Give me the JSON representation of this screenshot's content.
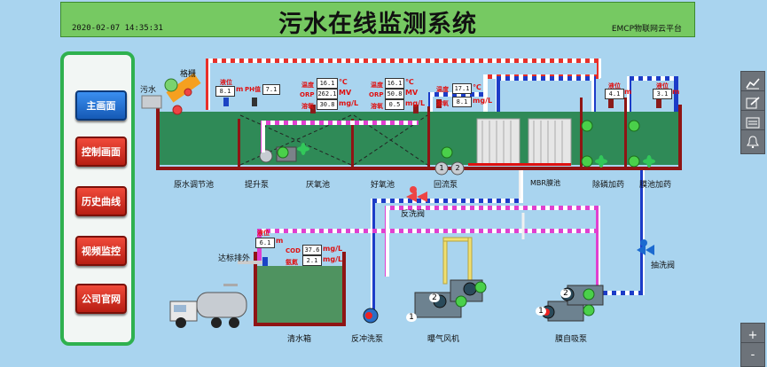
{
  "header": {
    "title": "污水在线监测系统",
    "datetime": "2020-02-07 14:35:31",
    "platform": "EMCP物联网云平台"
  },
  "nav": [
    {
      "label": "主画面",
      "active": true
    },
    {
      "label": "控制画面",
      "active": false
    },
    {
      "label": "历史曲线",
      "active": false
    },
    {
      "label": "视频监控",
      "active": false
    },
    {
      "label": "公司官网",
      "active": false
    }
  ],
  "toolbar": {
    "icons": [
      "line-chart-icon",
      "edit-icon",
      "list-icon",
      "bell-icon"
    ],
    "zoom_in": "+",
    "zoom_out": "-"
  },
  "inlet": {
    "label": "污水",
    "screen_label": "格栅"
  },
  "tank1": {
    "level_label": "液位",
    "level_value": "8.1",
    "level_unit": "m",
    "ph_label": "PH值",
    "ph_value": "7.1"
  },
  "tank2": {
    "temp_label": "温度",
    "temp_value": "16.1",
    "temp_unit": "℃",
    "orp_label": "ORP",
    "orp_value": "262.1",
    "orp_unit": "MV",
    "do_label": "溶氧",
    "do_value": "30.8",
    "do_unit": "mg/L"
  },
  "tank3": {
    "temp_label": "温度",
    "temp_value": "16.1",
    "temp_unit": "℃",
    "orp_label": "ORP",
    "orp_value": "50.8",
    "orp_unit": "MV",
    "do_label": "溶氧",
    "do_value": "0.5",
    "do_unit": "mg/L"
  },
  "tank4": {
    "temp_label": "温度",
    "temp_value": "17.1",
    "temp_unit": "℃",
    "do_label": "溶氧",
    "do_value": "8.1",
    "do_unit": "mg/L"
  },
  "tank5": {
    "level_label": "液位",
    "level_value": "4.1",
    "level_unit": "m"
  },
  "tank6": {
    "level_label": "液位",
    "level_value": "3.1",
    "level_unit": "m"
  },
  "clean_tank": {
    "level_label": "液位",
    "level_value": "6.1",
    "level_unit": "m",
    "cod_label": "COD",
    "cod_value": "37.6",
    "cod_unit": "mg/L",
    "nh_label": "氨氮",
    "nh_value": "2.1",
    "nh_unit": "mg/L"
  },
  "labels": {
    "raw_tank": "原水调节池",
    "lift_pump": "提升泵",
    "anaerobic": "厌氧池",
    "aerobic": "好氧池",
    "return_pump": "回流泵",
    "mbr": "MBR膜池",
    "phos_dose": "除磷加药",
    "mbr_dose": "膜池加药",
    "backwash_valve": "反洗阀",
    "pumpwash_valve": "抽洗阀",
    "discharge": "达标排外",
    "clean_tank": "清水箱",
    "backwash_pump": "反冲洗泵",
    "blower": "曝气风机",
    "self_prime": "膜自吸泵"
  },
  "pump_numbers": {
    "one": "1",
    "two": "2"
  }
}
